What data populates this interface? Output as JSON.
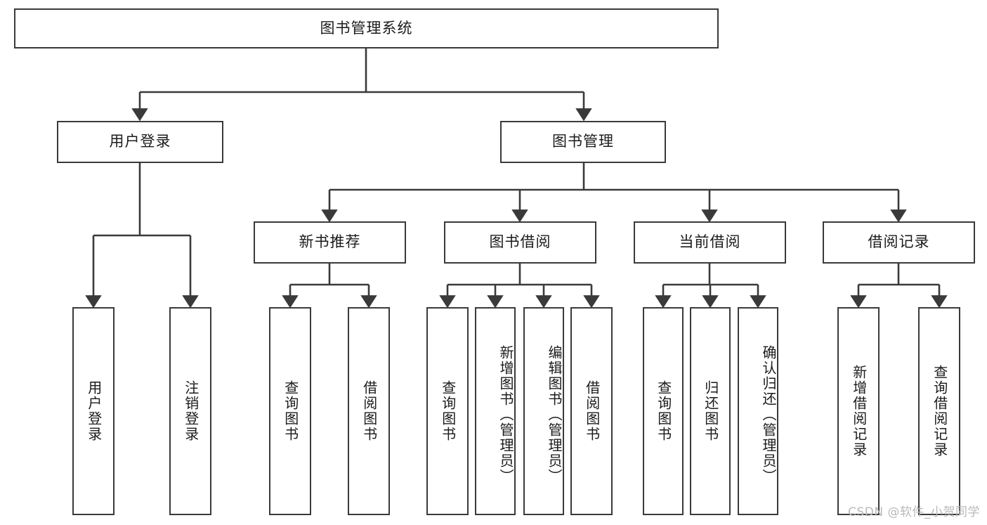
{
  "diagram": {
    "title": "图书管理系统",
    "type": "tree",
    "watermark": "CSDN @软件_小贺同学",
    "colors": {
      "box_border": "#3a3a3a",
      "box_fill": "#ffffff",
      "connector": "#3a3a3a",
      "text": "#1b1b1b",
      "watermark": "#b9b9b9"
    },
    "root": {
      "label": "图书管理系统",
      "orientation": "horizontal"
    },
    "level1": [
      {
        "label": "用户登录",
        "orientation": "horizontal"
      },
      {
        "label": "图书管理",
        "orientation": "horizontal"
      }
    ],
    "level2": [
      {
        "label": "新书推荐",
        "orientation": "horizontal",
        "parent": "图书管理"
      },
      {
        "label": "图书借阅",
        "orientation": "horizontal",
        "parent": "图书管理"
      },
      {
        "label": "当前借阅",
        "orientation": "horizontal",
        "parent": "图书管理"
      },
      {
        "label": "借阅记录",
        "orientation": "horizontal",
        "parent": "图书管理"
      }
    ],
    "leaves": {
      "用户登录": [
        {
          "label": "用户登录",
          "orientation": "vertical"
        },
        {
          "label": "注销登录",
          "orientation": "vertical"
        }
      ],
      "新书推荐": [
        {
          "label": "查询图书",
          "orientation": "vertical"
        },
        {
          "label": "借阅图书",
          "orientation": "vertical"
        }
      ],
      "图书借阅": [
        {
          "label": "查询图书",
          "orientation": "vertical"
        },
        {
          "label": "新增图书（管理员）",
          "orientation": "vertical"
        },
        {
          "label": "编辑图书（管理员）",
          "orientation": "vertical"
        },
        {
          "label": "借阅图书",
          "orientation": "vertical"
        }
      ],
      "当前借阅": [
        {
          "label": "查询图书",
          "orientation": "vertical"
        },
        {
          "label": "归还图书",
          "orientation": "vertical"
        },
        {
          "label": "确认归还（管理员）",
          "orientation": "vertical"
        }
      ],
      "借阅记录": [
        {
          "label": "新增借阅记录",
          "orientation": "vertical"
        },
        {
          "label": "查询借阅记录",
          "orientation": "vertical"
        }
      ]
    }
  }
}
